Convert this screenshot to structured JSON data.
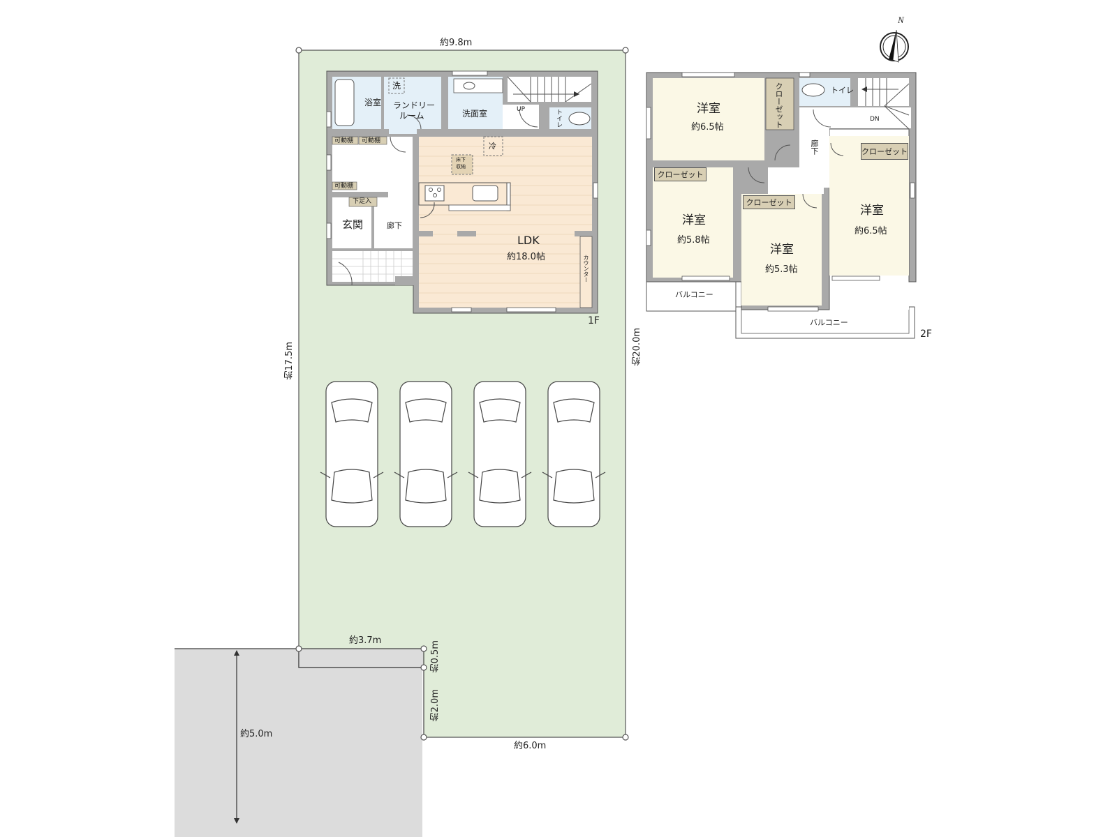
{
  "site": {
    "dimensions": {
      "top": "約9.8m",
      "left": "約17.5m",
      "right": "約20.0m",
      "notch_top": "約3.7m",
      "notch_small": "約0.5m",
      "notch_side": "約2.0m",
      "bottom": "約6.0m",
      "road_depth": "約5.0m"
    },
    "colors": {
      "lot": "#e0ecd8",
      "road": "#dcdcdc",
      "wall": "#a9a9a9",
      "wet_area": "#e4f0f8",
      "ldk_floor": "#fae9d4",
      "bedroom": "#fbf8e6",
      "closet": "#d8cfb4"
    },
    "parking": {
      "car_count": 4
    }
  },
  "floor1": {
    "tag": "1F",
    "rooms": {
      "bath": "浴室",
      "washer": "洗",
      "laundry": "ランドリー\nルーム",
      "laundry_l1": "ランドリー",
      "laundry_l2": "ルーム",
      "washroom": "洗面室",
      "up": "UP",
      "toilet": "トイレ",
      "shelf1": "可動棚",
      "shelf2": "可動棚",
      "shelf3": "可動棚",
      "shoe": "下足入",
      "entrance": "玄関",
      "hall": "廊下",
      "fridge": "冷",
      "underfloor": "床下\n収納",
      "underfloor_l1": "床下",
      "underfloor_l2": "収納",
      "ldk": "LDK",
      "ldk_area": "約18.0帖",
      "counter": "カウンター"
    }
  },
  "floor2": {
    "tag": "2F",
    "rooms": {
      "bed1": "洋室",
      "bed1_area": "約6.5帖",
      "closet_v": "クローゼット",
      "toilet": "トイレ",
      "dn": "DN",
      "hall": "廊下",
      "bed2": "洋室",
      "bed2_area": "約5.8帖",
      "bed2_closet": "クローゼット",
      "bed3": "洋室",
      "bed3_area": "約5.3帖",
      "bed3_closet": "クローゼット",
      "bed4": "洋室",
      "bed4_area": "約6.5帖",
      "bed4_closet": "クローゼット",
      "balcony1": "バルコニー",
      "balcony2": "バルコニー"
    }
  },
  "compass": {
    "label": "N"
  }
}
